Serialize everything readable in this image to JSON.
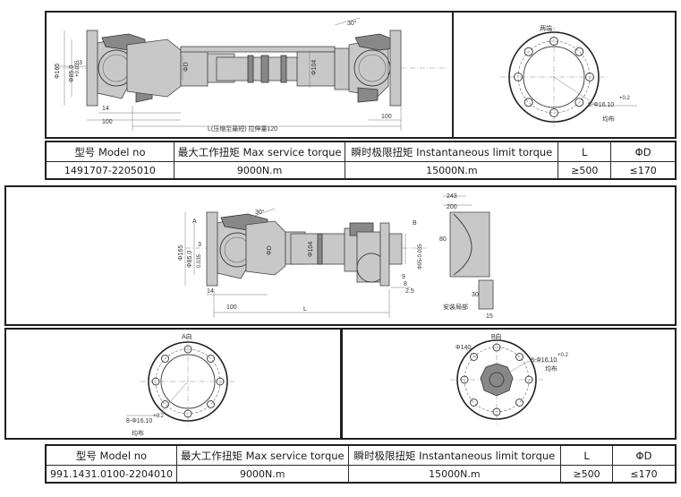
{
  "drawing1": {
    "dims": {
      "d165": "Φ165",
      "d85": "Φ85.0",
      "tol": "+0.035",
      "three": "3",
      "d0": "ΦD",
      "d104": "Φ104",
      "angle": "30°",
      "fourteen": "14",
      "hundred_left": "100",
      "hundred_right": "100",
      "length_note": "L(压缩至最短) 拉伸量120"
    }
  },
  "flange1": {
    "label_top": "两端",
    "bolts": "8-Φ16.10",
    "tol": "+0.2",
    "even": "均布"
  },
  "table1": {
    "headers": [
      "型号  Model no",
      "最大工作扭矩  Max service torque",
      "瞬时极限扭矩  Instantaneous limit torque",
      "L",
      "ΦD"
    ],
    "row": [
      "1491707-2205010",
      "9000N.m",
      "15000N.m",
      "≥500",
      "≤170"
    ]
  },
  "drawing2": {
    "dims": {
      "A": "A",
      "B": "B",
      "angle": "30°",
      "d165": "Φ165",
      "d85": "Φ85.0",
      "tol": "0.035",
      "three": "3",
      "d0": "ΦD",
      "d104": "Φ104",
      "d95": "Φ95-0.035",
      "hundred": "100",
      "fourteen": "14",
      "L": "L",
      "nine": "9",
      "eight": "8",
      "twofive": "2.5",
      "s243": "243",
      "s200": "200",
      "s80": "80",
      "s30": "30",
      "s15": "15",
      "mount_note": "安装局部"
    }
  },
  "flangeA": {
    "label_top": "A向",
    "bolts": "8-Φ16.10",
    "tol": "+0.2",
    "even": "均布"
  },
  "flangeB": {
    "label_top": "B向",
    "d140": "Φ140",
    "bolts": "8-Φ16.10",
    "tol": "+0.2",
    "even": "均布"
  },
  "table2": {
    "headers": [
      "型号  Model no",
      "最大工作扭矩  Max service torque",
      "瞬时极限扭矩  Instantaneous limit torque",
      "L",
      "ΦD"
    ],
    "row": [
      "991.1431.0100-2204010",
      "9000N.m",
      "15000N.m",
      "≥500",
      "≤170"
    ]
  }
}
